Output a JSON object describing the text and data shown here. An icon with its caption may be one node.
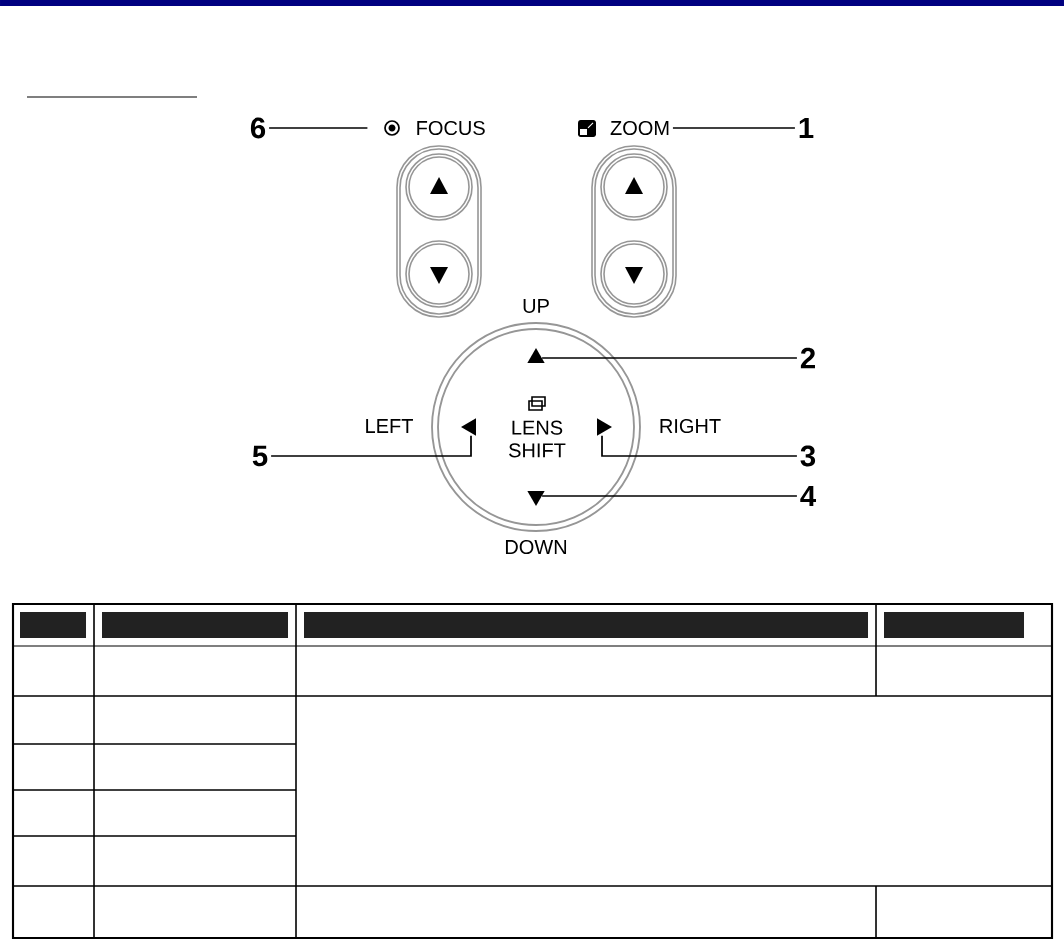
{
  "diagram": {
    "nodes": [
      {
        "text": [
          "6"
        ]
      },
      {
        "text": [
          "FOCUS"
        ]
      },
      {
        "text": [
          "ZOOM"
        ]
      },
      {
        "text": [
          "1"
        ]
      },
      {
        "text": [],
        "shape": "triangle"
      },
      {
        "text": [
          "2"
        ]
      },
      {
        "text": [],
        "shape": "triangle"
      },
      {
        "text": [],
        "shape": "triangle"
      },
      {
        "text": [
          "5"
        ]
      },
      {
        "text": [
          "3"
        ]
      },
      {
        "text": [],
        "shape": "triangle"
      },
      {
        "text": [
          "4"
        ]
      }
    ],
    "edges": [
      {
        "from": 0,
        "to": 1,
        "arrow": "none"
      },
      {
        "from": 3,
        "to": 2,
        "arrow": "none"
      },
      {
        "from": 5,
        "to": 4,
        "arrow": "none"
      },
      {
        "from": 8,
        "to": 6,
        "arrow": "none"
      },
      {
        "from": 9,
        "to": 7,
        "arrow": "none"
      },
      {
        "from": 11,
        "to": 10,
        "arrow": "none"
      }
    ],
    "labels": [
      "UP",
      "LEFT",
      "LENS SHIFT",
      "RIGHT",
      "DOWN"
    ]
  }
}
